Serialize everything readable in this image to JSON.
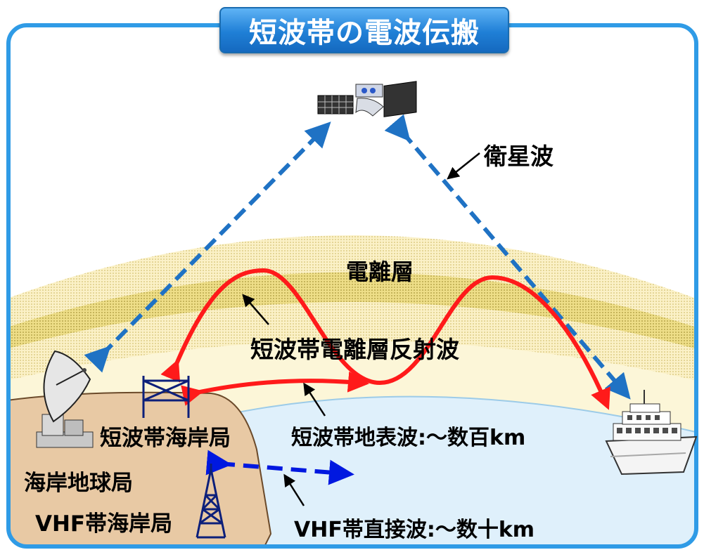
{
  "title": "短波帯の電波伝搬",
  "labels": {
    "satellite_wave": "衛星波",
    "ionosphere": "電離層",
    "hf_sky_wave": "短波帯電離層反射波",
    "hf_coast_station": "短波帯海岸局",
    "hf_ground_wave": "短波帯地表波:～数百km",
    "coast_earth_station": "海岸地球局",
    "vhf_coast_station": "VHF帯海岸局",
    "vhf_direct_wave": "VHF帯直接波:～数十km"
  },
  "colors": {
    "frame": "#2f9be6",
    "title_bg": "#1f7fd6",
    "satellite_wave": "#1f72c4",
    "hf_wave": "#ff1a1a",
    "vhf_wave": "#0018e0",
    "ionosphere_outer": "#fdf1c4",
    "ionosphere_inner": "#f2e79a",
    "land": "#e8c9a4",
    "sea": "#dff0fb"
  }
}
